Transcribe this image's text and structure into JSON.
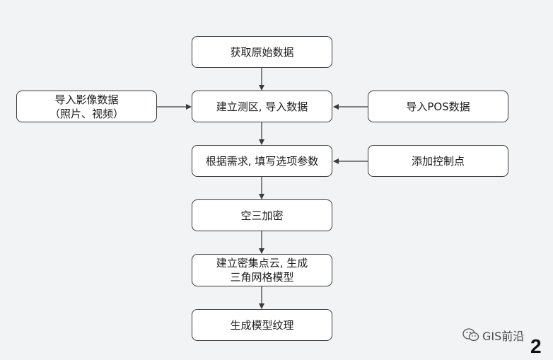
{
  "nodes": {
    "acquire": "获取原始数据",
    "build_area": "建立测区, 导入数据",
    "params": "根据需求, 填写选项参数",
    "aerial": "空三加密",
    "dense": "建立密集点云, 生成\n三角网格模型",
    "texture": "生成模型纹理",
    "import_images": "导入影像数据\n（照片、视频）",
    "import_pos": "导入POS数据",
    "control_points": "添加控制点"
  },
  "watermark": {
    "label": "GIS前沿",
    "icon": "wechat-icon"
  },
  "page_number": "2",
  "colors": {
    "background": "#f2f3f5",
    "box_fill": "#ffffff",
    "stroke": "#3a3a3a"
  }
}
